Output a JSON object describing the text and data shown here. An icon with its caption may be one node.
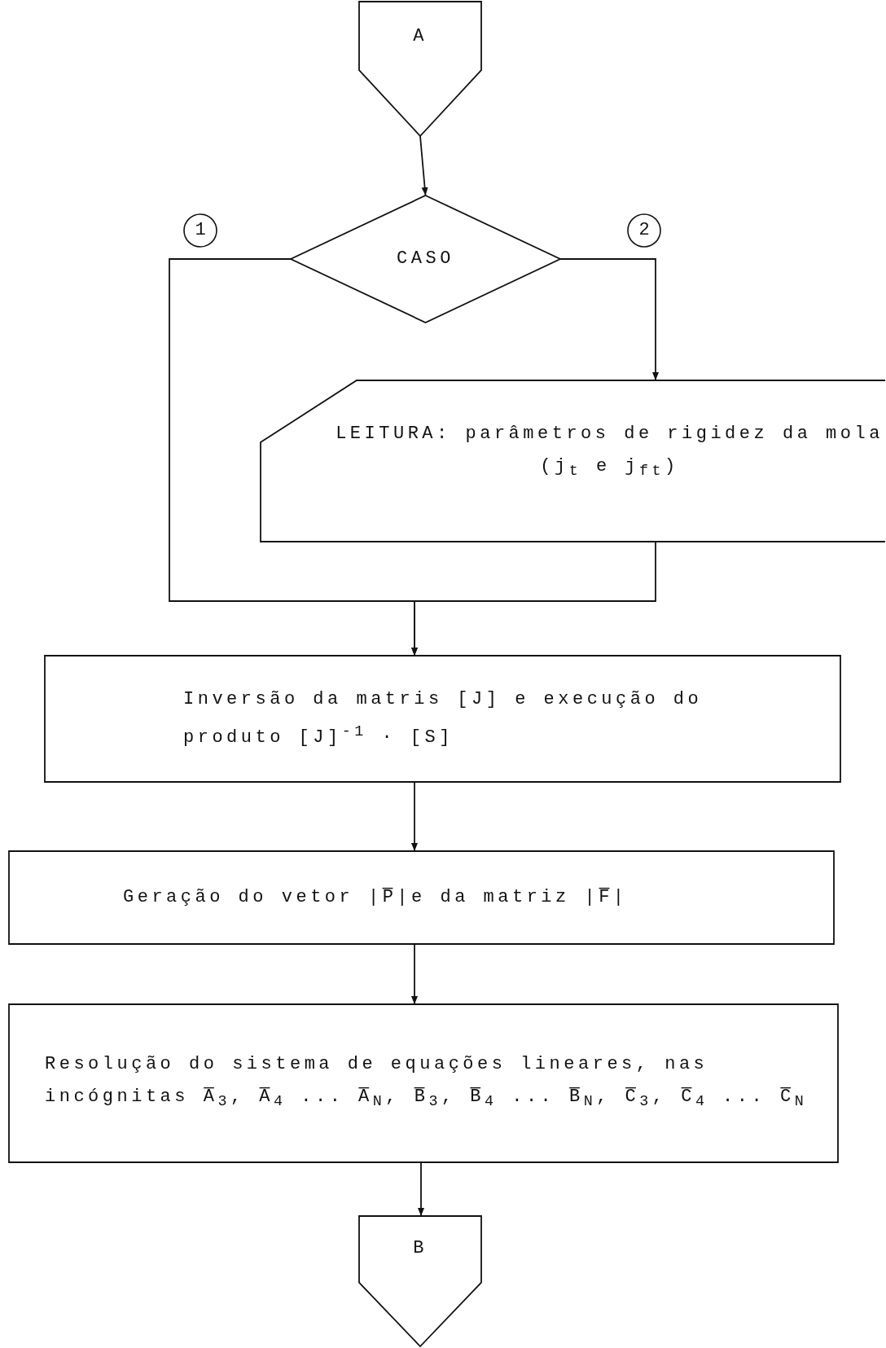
{
  "diagram": {
    "nodes": [
      {
        "text": [
          "A"
        ]
      },
      {
        "text": [
          "CASO"
        ]
      },
      {
        "text": [
          "1"
        ]
      },
      {
        "text": [
          "2"
        ]
      },
      {
        "text": [
          "LEITURA: parâmetros de rigidez da mola (j$_{t}$ e j$_{ft}$)"
        ]
      },
      {
        "text": [
          "Inversão da matris [J] e execução do produto [J]$^{-1}$ · [S]"
        ]
      },
      {
        "text": [
          "Geração do vetor |P̅|e da matriz |F̅|"
        ]
      },
      {
        "text": [
          "Resolução do sistema de equações lineares, nas incógnitas A̅$_{3}$, A̅$_{4}$ ... A̅$_{N}$, B̅$_{3}$, B̅$_{4}$ ... B̅$_{N}$, C̅$_{3}$, C̅$_{4}$ ... C̅$_{N}$"
        ]
      },
      {
        "text": [
          "B"
        ]
      }
    ],
    "edges": [
      {
        "from": 0,
        "to": 1,
        "arrow": "to"
      },
      {
        "from": 1,
        "to": 4,
        "arrow": "to"
      },
      {
        "from": 1,
        "to": 5,
        "arrow": "to"
      },
      {
        "from": 4,
        "to": 5,
        "arrow": "to"
      },
      {
        "from": 5,
        "to": 6,
        "arrow": "to"
      },
      {
        "from": 6,
        "to": 7,
        "arrow": "to"
      },
      {
        "from": 7,
        "to": 8,
        "arrow": "to"
      }
    ]
  }
}
